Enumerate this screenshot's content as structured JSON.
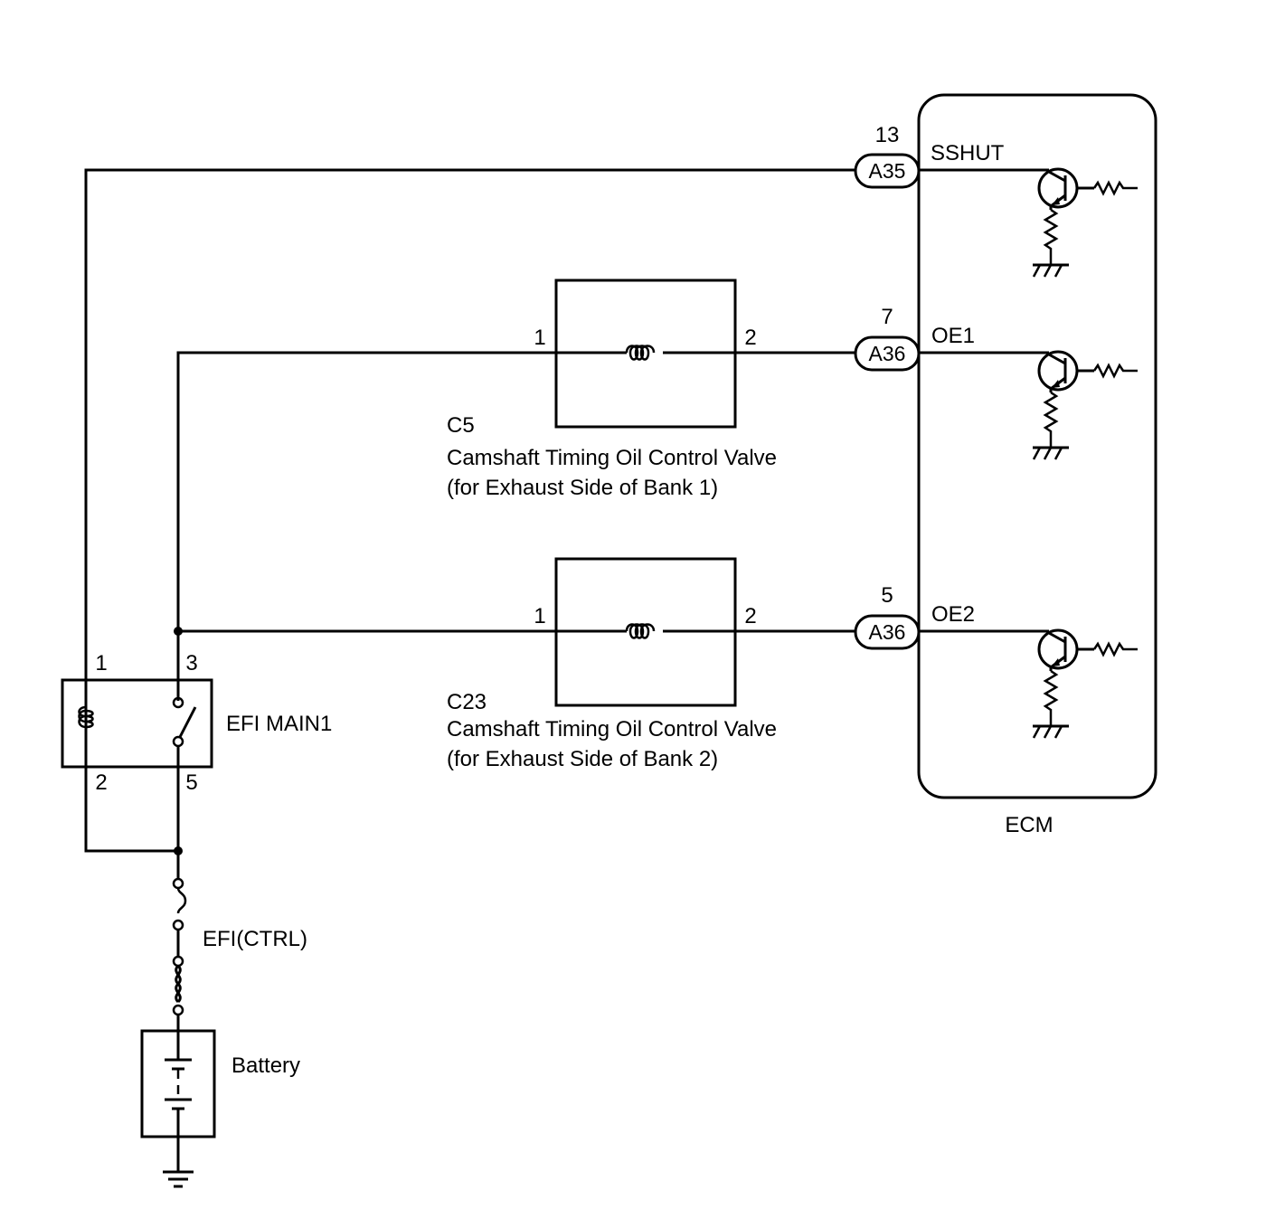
{
  "ecm": {
    "name": "ECM",
    "terminals": [
      {
        "signal": "SSHUT",
        "connector": "A35",
        "pin": "13"
      },
      {
        "signal": "OE1",
        "connector": "A36",
        "pin": "7"
      },
      {
        "signal": "OE2",
        "connector": "A36",
        "pin": "5"
      }
    ]
  },
  "valves": [
    {
      "code": "C5",
      "name": "Camshaft Timing Oil Control Valve",
      "note": "(for Exhaust Side of Bank 1)",
      "pin_in": "1",
      "pin_out": "2"
    },
    {
      "code": "C23",
      "name": "Camshaft Timing Oil Control Valve",
      "note": "(for Exhaust Side of Bank 2)",
      "pin_in": "1",
      "pin_out": "2"
    }
  ],
  "relay": {
    "name": "EFI MAIN1",
    "pins": {
      "coil_top": "1",
      "switch_top": "3",
      "coil_bottom": "2",
      "switch_bottom": "5"
    }
  },
  "fuse": {
    "name": "EFI(CTRL)"
  },
  "battery": {
    "name": "Battery"
  }
}
